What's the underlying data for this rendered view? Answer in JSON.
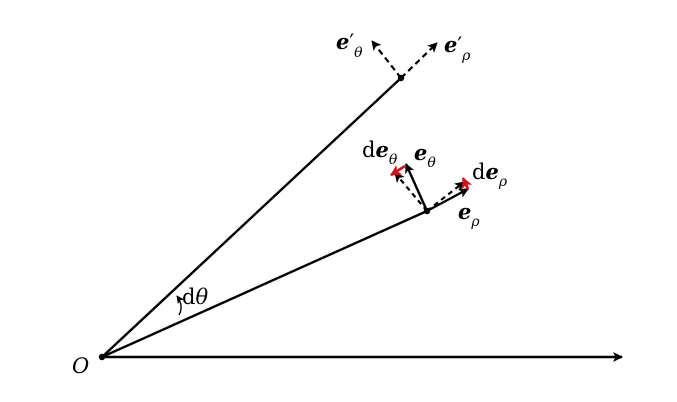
{
  "diagram": {
    "origin_label": "O",
    "angle_label": {
      "d": "d",
      "theta": "θ"
    },
    "primed_vectors": {
      "e_theta": {
        "e": "e",
        "prime": "′",
        "sub": "θ"
      },
      "e_rho": {
        "e": "e",
        "prime": "′",
        "sub": "ρ"
      }
    },
    "vectors": {
      "de_theta": {
        "d": "d",
        "e": "e",
        "sub": "θ"
      },
      "e_theta": {
        "e": "e",
        "sub": "θ"
      },
      "de_rho": {
        "d": "d",
        "e": "e",
        "sub": "ρ"
      },
      "e_rho": {
        "e": "e",
        "sub": "ρ"
      }
    },
    "colors": {
      "line": "#000000",
      "differential": "#d4111b",
      "background": "#ffffff"
    }
  }
}
